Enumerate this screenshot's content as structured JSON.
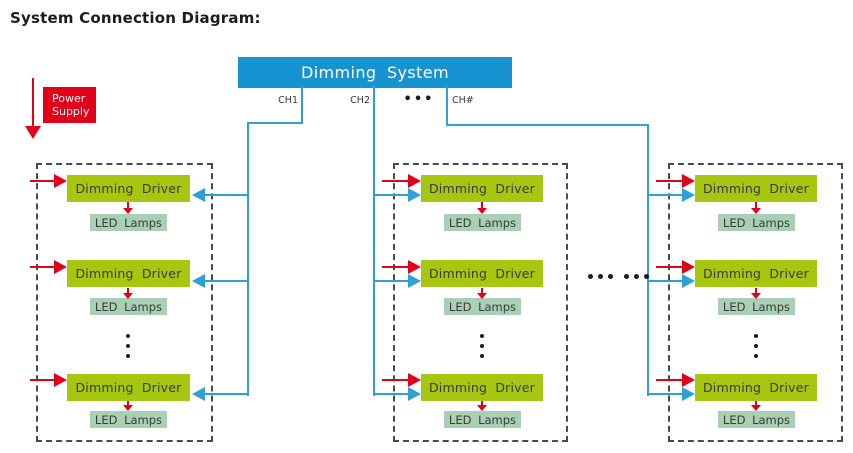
{
  "title": "System Connection Diagram:",
  "dimming_system": {
    "label": "Dimming System"
  },
  "power_supply": {
    "line1": "Power",
    "line2": "Supply"
  },
  "channels": {
    "ch1": "CH1",
    "ch2": "CH2",
    "ellipsis": "•••",
    "chn": "CH#"
  },
  "groups": [
    {
      "rows": [
        {
          "driver": "Dimming Driver",
          "lamps": "LED Lamps"
        },
        {
          "driver": "Dimming Driver",
          "lamps": "LED Lamps"
        },
        {
          "driver": "Dimming Driver",
          "lamps": "LED Lamps"
        }
      ]
    },
    {
      "rows": [
        {
          "driver": "Dimming Driver",
          "lamps": "LED Lamps"
        },
        {
          "driver": "Dimming Driver",
          "lamps": "LED Lamps"
        },
        {
          "driver": "Dimming Driver",
          "lamps": "LED Lamps"
        }
      ]
    },
    {
      "rows": [
        {
          "driver": "Dimming Driver",
          "lamps": "LED Lamps"
        },
        {
          "driver": "Dimming Driver",
          "lamps": "LED Lamps"
        },
        {
          "driver": "Dimming Driver",
          "lamps": "LED Lamps"
        }
      ]
    }
  ],
  "colors": {
    "system_blue": "#1793d1",
    "signal_blue": "#2e9fd7",
    "power_red": "#e2001b",
    "driver_green": "#a7c60f",
    "lamp_green": "#a9cfb4"
  }
}
